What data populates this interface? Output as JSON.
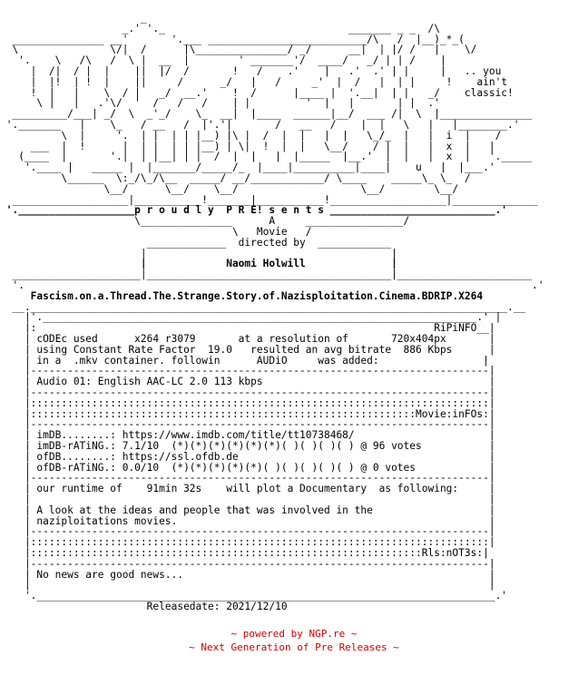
{
  "colors": {
    "text": "#000000",
    "footer": "#cc0000",
    "background": "#ffffff"
  },
  "nfo": {
    "art_lines": [
      "                       _",
      "                    _.' '._                              _______ _ _  /\\",
      "  _______________ __'       '.___ __________________________/\\   /  |__)_*_(",
      "  \\               \\/|  /      |\\_______________/ _/      __|  | |/ /   |    \\/",
      "   '.    \\   /\\   /  \\ |  __  |        ' _______'/  ____/   _/ | | /    |",
      "     |  /|  / |  |    ||  |/  /       !   /    .'    |   .'  .' | |     |   .. you",
      "     |  |!  | !  |    ||     /      _/   |   /     _'  |  /   |  | |     !    ain't",
      "     !  |   |    \\  / |   _/  __.'    !  /      |____ |  '.__|  | |   _/    classic!",
      "      \\ |   |   .'\\/  '  /   /   /    | |         '  |   |       | |  .'",
      "  _________/___| _/  \\  _'_/    \\_  __|  |____  ______|__/  ___ /|  \\  |_______________",
      " '._______   |    \\_   / __   /  |'.'|       /   __   /    |  |   \\   |   |________.'",
      "          \\  |     '.  | |  | | |__) |\\ |  /  |  |   |  |   \\_/_  |   |  i  |    /",
      "     ___  |  !      |  | |  | | |__) | \\|  !  |  |   \\__/    / |  |   |  x  |   |",
      "   (____  |       '.|  | |__| | |  /  |  |   |  |_____  |__.'  |  |   |  x  |   '._____",
      "    '.____ |   _____ |  |_______/_____/_  |____|__________|____|    u   |  |___.'",
      "          \\______  \\:_/\\_/\\__  _____/ __/____________/ \\____    _____\\_ \\_  /",
      "                 \\__/      \\__/    \\__/                    \\__/        \\__/",
      "  ___________________|___________!_______|___________!___________________|______________",
      " '.___________________p r o u d l y  P R E! s e n t s ___________________________.'",
      "                      \\_______________      A     ________________/",
      "                                      \\   Movie   /",
      "                        _____________  directed by  ____________",
      "                       |                                        |",
      "                       |             Naomi Holwill              |",
      "  _____________________|________________________________________|______________________",
      "  '.                                                                                   .'",
      "     Fascism.on.a.Thread.The.Strange.Story.of.Nazisploitation.Cinema.BDRIP.X264",
      "  __.______________________________________________________________________________.__",
      "    |'._______________________________________________________________________.' |",
      "    |:                                                                 RiPiNFO__|",
      "    | cODEc used      x264 r3079       at a resolution of       720x404px       |",
      "    | using Constant Rate Factor  19.0   resulted an avg bitrate  886 Kbps      |",
      "    | in a  .mkv container. followin      AUDiO     was added:                 |",
      "    |---------------------------------------------------------------------------|",
      "    | Audio 01: English AAC-LC 2.0 113 kbps                                     |",
      "    |---------------------------------------------------------------------------|",
      "    |:::::::::::::::::::::::::::::::::::::::::::::::::::::::::::::::::::::::::::|",
      "    |:::::::::::::::::::::::::::::::::::::::::::::::::::::::::::::::Movie:inFOs:|",
      "    |---------------------------------------------------------------------------|",
      "    | imDB........: https://www.imdb.com/title/tt10738468/                      |",
      "    | imDB-rATiNG.: 7.1/10  (*)(*)(*)(*)(*)(*)( )( )( )( ) @ 96 votes           |",
      "    | ofDB........: https://ssl.ofdb.de                                         |",
      "    | ofDB-rATiNG.: 0.0/10  (*)(*)(*)(*)(*)( )( )( )( )( ) @ 0 votes            |",
      "    |---------------------------------------------------------------------------|",
      "    | our runtime of    91min 32s    will plot a Documentary  as following:     |",
      "    |                                                                           |",
      "    | A look at the ideas and people that was involved in the                   |",
      "    | naziploitations movies.                                                   |",
      "    |---------------------------------------------------------------------------|",
      "    |:::::::::::::::::::::::::::::::::::::::::::::::::::::::::::::::::::::::::::|",
      "    |::::::::::::::::::::::::::::::::::::::::::::::::::::::::::::::::Rls:nOT3s:|",
      "    |---------------------------------------------------------------------------|",
      "    | No news are good news...                                                  |",
      "    |                                                                           |",
      "    '.___________________________________________________________________________.'",
      "                        Releasedate: 2021/12/10"
    ]
  },
  "footer": {
    "powered_by": "~ powered by NGP.re ~",
    "tagline": "~ Next Generation of Pre Releases ~"
  }
}
